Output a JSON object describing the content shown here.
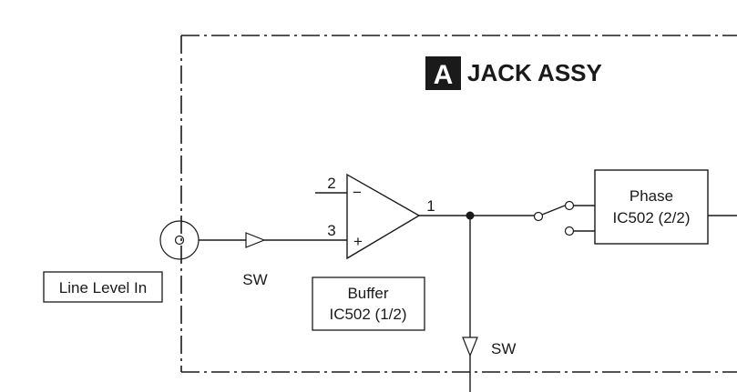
{
  "section": {
    "badge": "A",
    "title": "JACK ASSY"
  },
  "input": {
    "label": "Line Level In",
    "switch_label": "SW"
  },
  "buffer": {
    "name": "Buffer",
    "ic": "IC502 (1/2)",
    "pin_inverting": "2",
    "pin_noninverting": "3",
    "pin_output": "1",
    "minus_sign": "−",
    "plus_sign": "+"
  },
  "phase": {
    "name": "Phase",
    "ic": "IC502 (2/2)"
  },
  "branch": {
    "switch_label": "SW"
  }
}
